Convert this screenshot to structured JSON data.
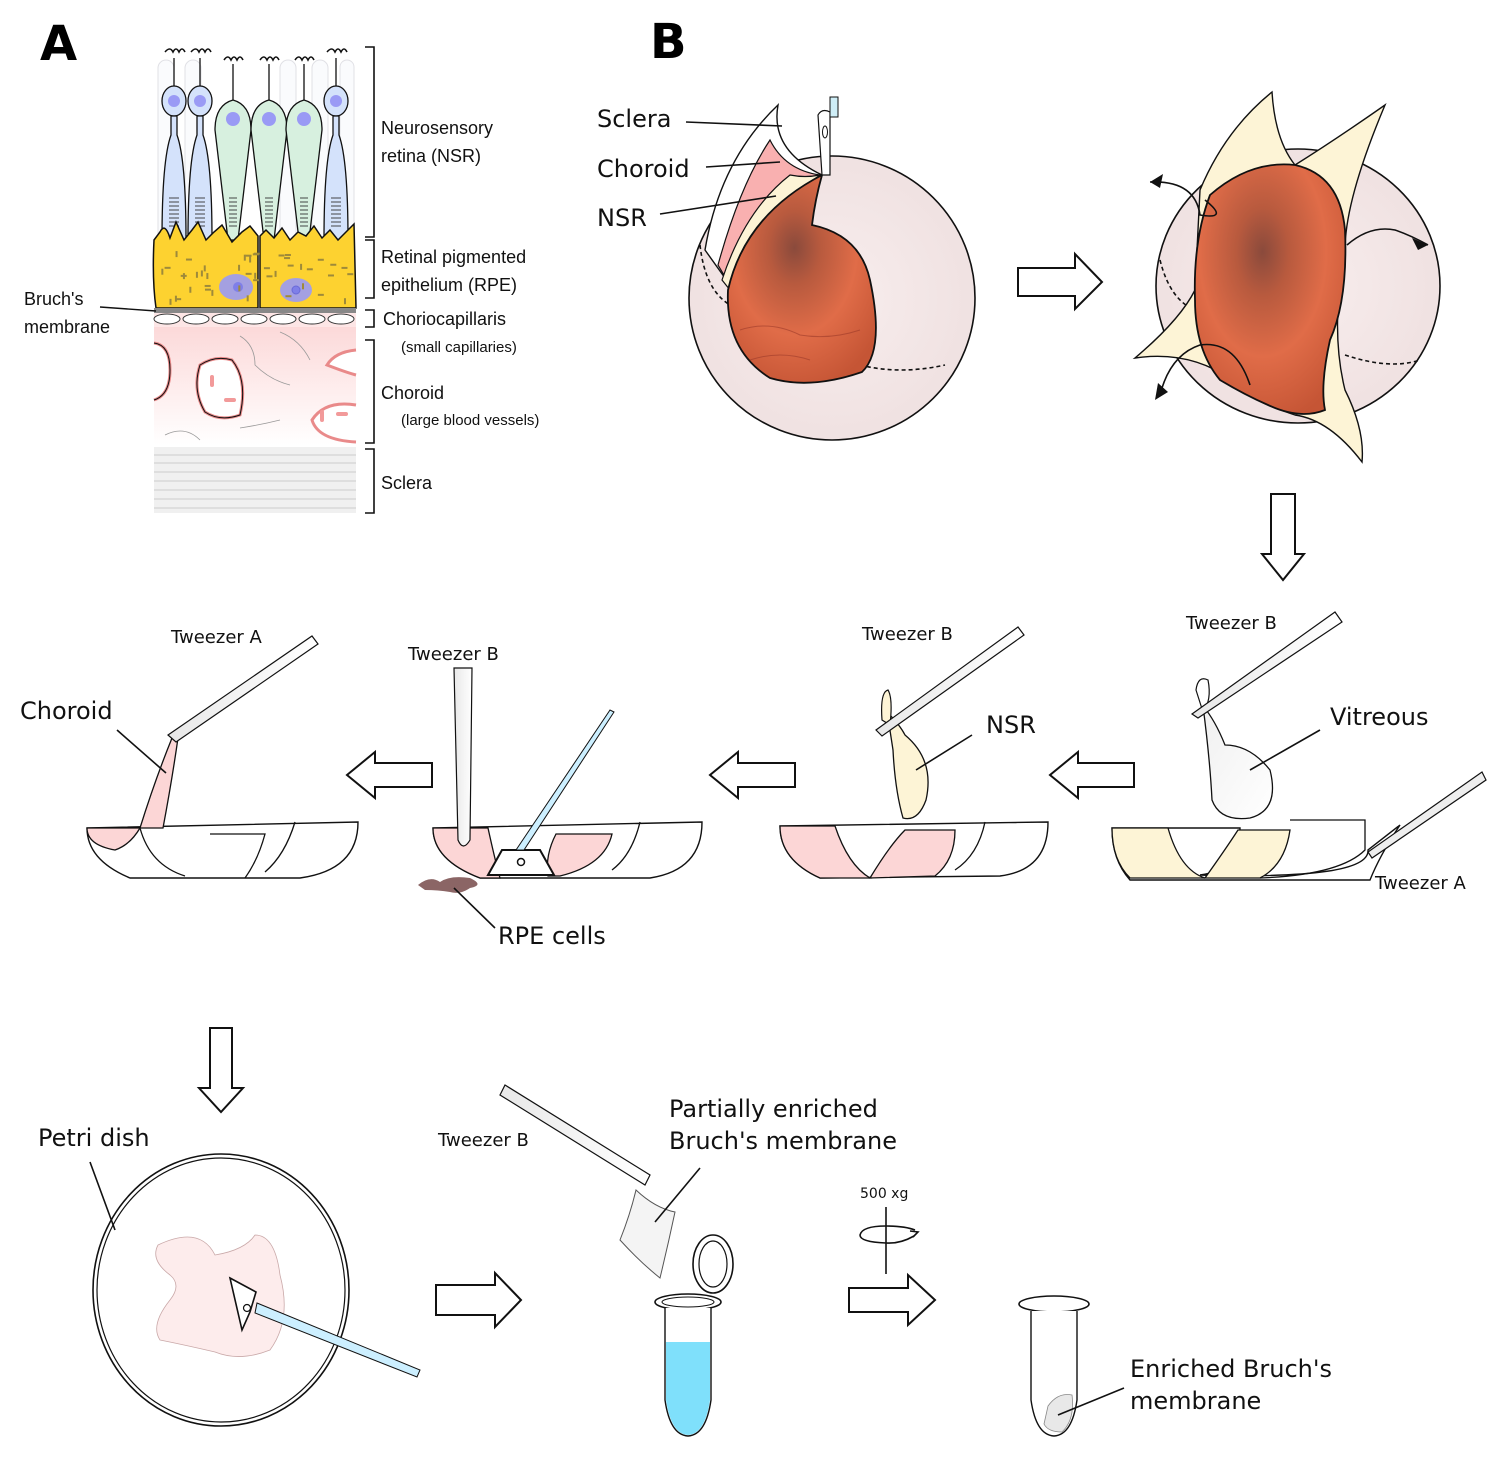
{
  "panels": {
    "a": "A",
    "b": "B"
  },
  "panel_a": {
    "layers": [
      {
        "id": "nsr",
        "label_line1": "Neurosensory",
        "label_line2": "retina (NSR)"
      },
      {
        "id": "rpe",
        "label_line1": "Retinal pigmented",
        "label_line2": "epithelium (RPE)"
      },
      {
        "id": "choriocapillaris",
        "label_line1": "Choriocapillaris",
        "label_line2": "(small capillaries)"
      },
      {
        "id": "choroid",
        "label_line1": "Choroid",
        "label_line2": "(large blood vessels)"
      },
      {
        "id": "sclera",
        "label_line1": "Sclera"
      }
    ],
    "bruchs": {
      "line1": "Bruch's",
      "line2": "membrane"
    }
  },
  "panel_b": {
    "eye1_labels": {
      "sclera": "Sclera",
      "choroid": "Choroid",
      "nsr": "NSR"
    },
    "step_vitreous": {
      "tweezer_b": "Tweezer B",
      "tweezer_a": "Tweezer A",
      "vitreous": "Vitreous"
    },
    "step_nsr": {
      "tweezer_b": "Tweezer B",
      "nsr": "NSR"
    },
    "step_rpe": {
      "tweezer_b": "Tweezer B",
      "rpe_cells": "RPE cells"
    },
    "step_choroid": {
      "tweezer_a": "Tweezer A",
      "choroid": "Choroid"
    },
    "petri": {
      "label": "Petri dish"
    },
    "transfer": {
      "tweezer_b": "Tweezer B",
      "line1": "Partially enriched",
      "line2": "Bruch's membrane"
    },
    "centrifuge": {
      "speed": "500 xg"
    },
    "result": {
      "line1": "Enriched Bruch's",
      "line2": "membrane"
    }
  },
  "colors": {
    "rpe_yellow": "#fdd230",
    "rod_blue": "#d4e2fb",
    "cone_green": "#d7f0df",
    "nucleus": "#9a9af5",
    "choroid_pink": "#fcd6d6",
    "retina_orange": "#d8653f",
    "nsr_cream": "#fdf4d6",
    "fluid_blue": "#7fe0fb",
    "rpe_brown": "#8b6565"
  }
}
